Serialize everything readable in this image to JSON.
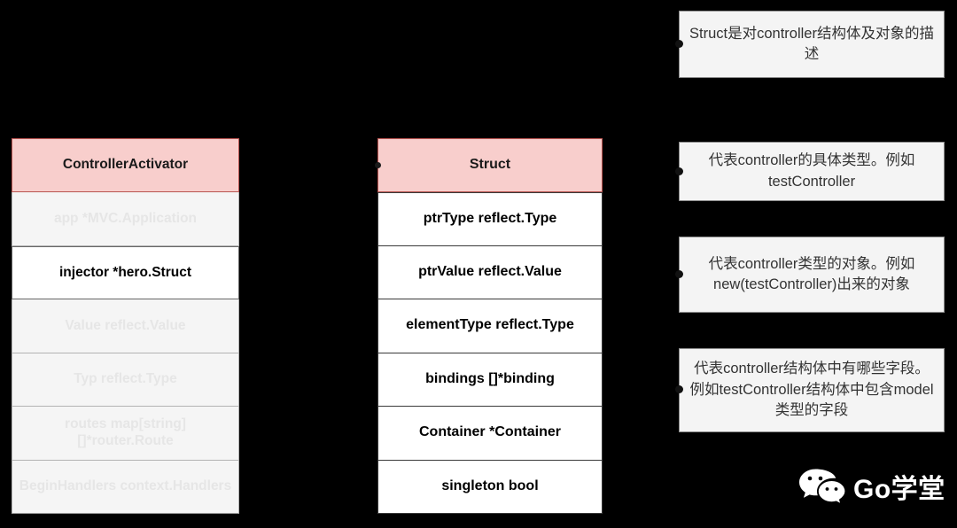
{
  "theme": {
    "background": "#000000",
    "header_fill": "#f8cecc",
    "header_border": "#b85450",
    "note_fill": "#f4f4f4",
    "note_border": "#8c8c8c",
    "muted_text": "#e6e6e6",
    "active_text": "#000000",
    "watermark_text": "#ffffff"
  },
  "controller_activator": {
    "title": "ControllerActivator",
    "fields": [
      {
        "label": "app *MVC.Application",
        "state": "muted"
      },
      {
        "label": "injector *hero.Struct",
        "state": "active"
      },
      {
        "label": "Value reflect.Value",
        "state": "muted"
      },
      {
        "label": "Typ reflect.Type",
        "state": "muted"
      },
      {
        "label": "routes map[string][]*router.Route",
        "state": "muted"
      },
      {
        "label": "BeginHandlers context.Handlers",
        "state": "muted"
      }
    ]
  },
  "struct_table": {
    "title": "Struct",
    "fields": [
      {
        "label": "ptrType reflect.Type"
      },
      {
        "label": "ptrValue reflect.Value"
      },
      {
        "label": "elementType reflect.Type"
      },
      {
        "label": "bindings []*binding"
      },
      {
        "label": "Container *Container"
      },
      {
        "label": "singleton bool"
      }
    ]
  },
  "notes": [
    {
      "id": "note-1",
      "text": "Struct是对controller结构体及对象的描述"
    },
    {
      "id": "note-2",
      "text": "代表controller的具体类型。例如testController"
    },
    {
      "id": "note-3",
      "text": "代表controller类型的对象。例如new(testController)出来的对象"
    },
    {
      "id": "note-4",
      "text": "代表controller结构体中有哪些字段。例如testController结构体中包含model类型的字段"
    }
  ],
  "watermark": {
    "icon": "wechat-logo-icon",
    "text": "Go学堂"
  }
}
